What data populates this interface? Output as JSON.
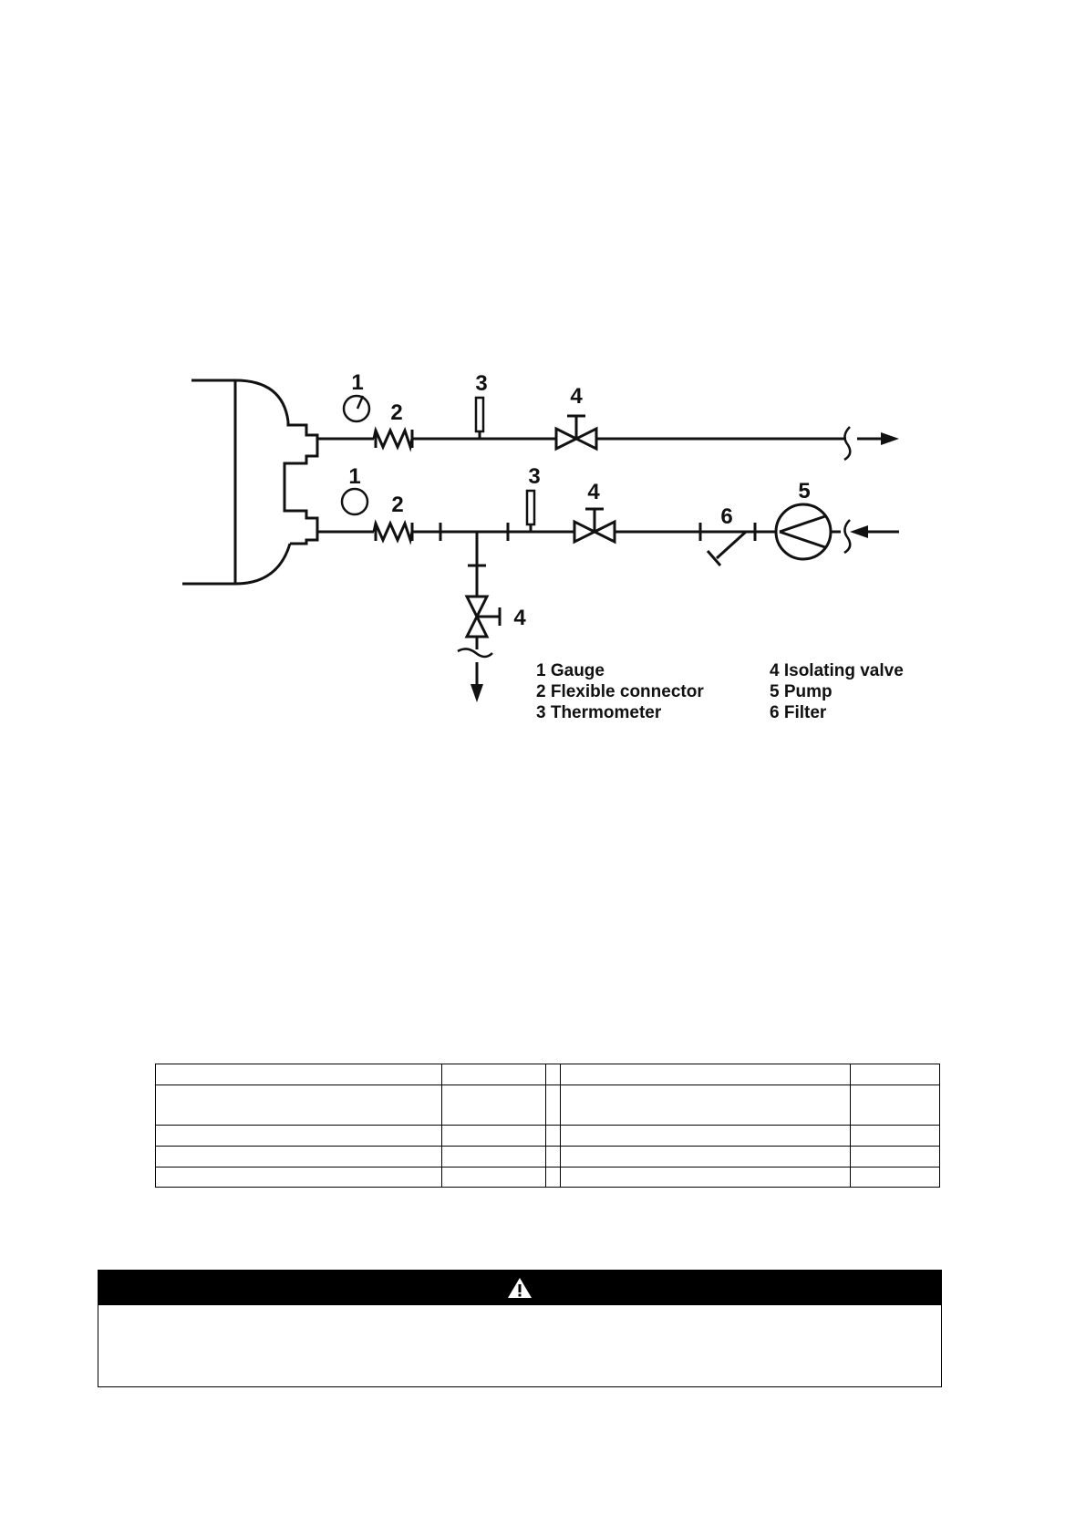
{
  "diagram": {
    "callouts": {
      "gauge_top": "1",
      "flex_top": "2",
      "thermo_top": "3",
      "valve_top": "4",
      "gauge_bottom": "1",
      "flex_bottom": "2",
      "thermo_bottom": "3",
      "valve_bottom": "4",
      "pump": "5",
      "filter": "6",
      "drain_valve": "4"
    },
    "legend": [
      {
        "label": "1 Gauge"
      },
      {
        "label": "2 Flexible connector"
      },
      {
        "label": "3 Thermometer"
      },
      {
        "label": "4 Isolating valve"
      },
      {
        "label": "5 Pump"
      },
      {
        "label": "6 Filter"
      }
    ]
  },
  "colors": {
    "line": "#111111",
    "border": "#000000",
    "warning_bar": "#000000"
  },
  "icons": {
    "warning": "warning-triangle-icon"
  }
}
